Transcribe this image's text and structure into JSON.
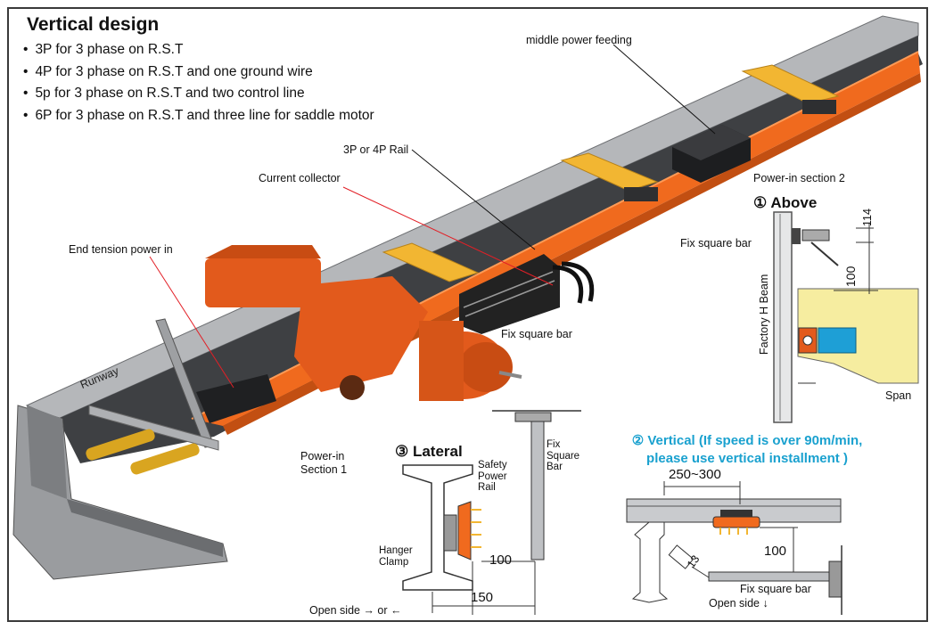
{
  "header": {
    "title": "Vertical design",
    "bullets": [
      "3P for 3 phase on R.S.T",
      "4P for 3 phase on R.S.T and one ground wire",
      "5p for 3 phase on R.S.T and two control line",
      "6P for 3 phase on R.S.T and three line for saddle motor"
    ]
  },
  "callouts": {
    "middle_power_feeding": "middle power feeding",
    "rail": "3P or 4P Rail",
    "current_collector": "Current collector",
    "end_tension": "End tension power in",
    "fix_square_bar": "Fix square bar",
    "runway": "Runway",
    "power_in_1_line1": "Power-in",
    "power_in_1_line2": "Section 1",
    "power_in_2": "Power-in section 2"
  },
  "above_detail": {
    "heading": "① Above",
    "fix_square_bar": "Fix square bar",
    "factory_h_beam": "Factory H Beam",
    "span": "Span",
    "dim_114": "114",
    "dim_100": "100"
  },
  "lateral_detail": {
    "heading": "③ Lateral",
    "fix_line1": "Fix",
    "fix_line2": "Square",
    "fix_line3": "Bar",
    "safety_line1": "Safety",
    "safety_line2": "Power",
    "safety_line3": "Rail",
    "hanger_line1": "Hanger",
    "hanger_line2": "Clamp",
    "dim_100": "100",
    "dim_150": "150",
    "open_side": "Open side → or ←"
  },
  "vertical_detail": {
    "heading_line1": "② Vertical (If speed is over 90m/min,",
    "heading_line2": "please use vertical installment )",
    "dim_range": "250~300",
    "dim_100": "100",
    "dim_13": "13",
    "fix_square_bar": "Fix square bar",
    "open_side": "Open side ↓"
  },
  "colors": {
    "rail_orange": "#f06a1e",
    "bracket_yellow": "#f2b632",
    "beam_grey": "#a7a9ac",
    "beam_dark": "#3b3d40",
    "motor_orange": "#e25a1c",
    "motor_blue": "#1e9fd6",
    "span_yellow": "#f6eda0",
    "accent_blue": "#1aa1cf"
  }
}
